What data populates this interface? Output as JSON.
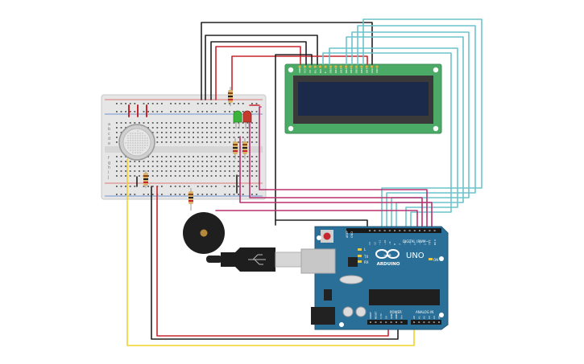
{
  "arduino": {
    "brand": "ARDUINO",
    "model": "UNO",
    "digital_label": "DIGITAL (PWM~)",
    "power_label": "POWER",
    "analog_label": "ANALOG IN",
    "aref": "AREF",
    "gnd": "GND",
    "tx": "TX",
    "rx": "RX",
    "l_led": "L",
    "on_led": "ON",
    "digital_pins": [
      "13",
      "12",
      "~11",
      "~10",
      "~9",
      "8",
      "7",
      "~6",
      "~5",
      "4",
      "~3",
      "2",
      "TX 1",
      "RX 0"
    ],
    "power_pins": [
      "IOREF",
      "RESET",
      "3.3V",
      "5V",
      "GND",
      "GND",
      "Vin"
    ],
    "analog_pins": [
      "A0",
      "A1",
      "A2",
      "A3",
      "A4",
      "A5"
    ]
  },
  "lcd": {
    "pins": [
      "GND",
      "VCC",
      "V0",
      "RS",
      "RW",
      "E",
      "DB0",
      "DB1",
      "DB2",
      "DB3",
      "DB4",
      "DB5",
      "DB6",
      "DB7",
      "LED",
      "LED"
    ]
  },
  "breadboard": {
    "row_letters_top": [
      "a",
      "b",
      "c",
      "d",
      "e"
    ],
    "row_letters_bottom": [
      "f",
      "g",
      "h",
      "i",
      "j"
    ]
  },
  "colors": {
    "wire_red": "#c6262e",
    "wire_black": "#222222",
    "wire_teal": "#6cc3cb",
    "wire_magenta": "#b8306f",
    "wire_yellow": "#f2d22b",
    "arduino_board": "#2a6f97",
    "lcd_board": "#4caa67",
    "lcd_screen": "#1b2a4a",
    "breadboard": "#e6e6e6"
  }
}
